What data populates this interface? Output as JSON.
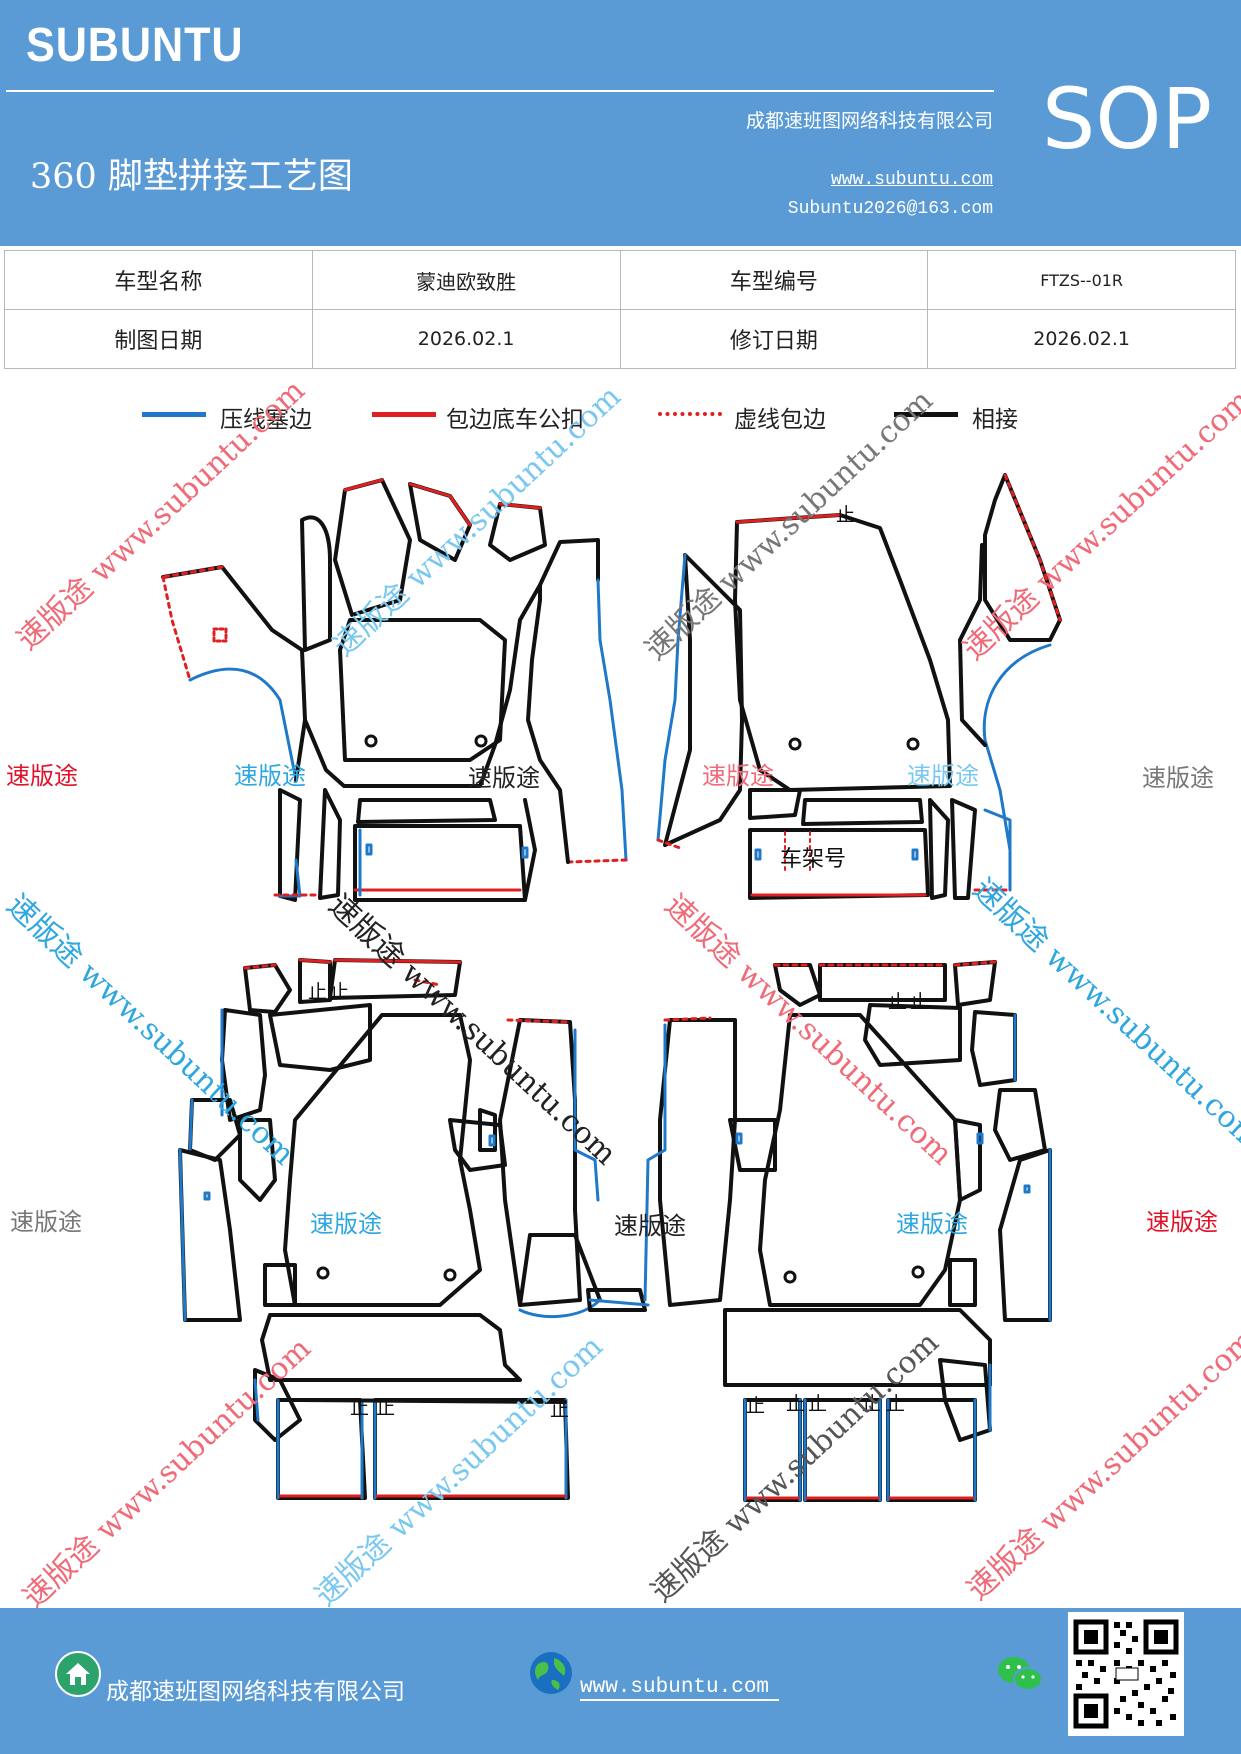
{
  "header": {
    "brand": "SUBUNTU",
    "company": "成都速班图网络科技有限公司",
    "title": "360 脚垫拼接工艺图",
    "website": "www.subuntu.com",
    "email": "Subuntu2026@163.com",
    "badge": "SOP"
  },
  "info": {
    "model_name_label": "车型名称",
    "model_name": "蒙迪欧致胜",
    "model_code_label": "车型编号",
    "model_code": "FTZS--01R",
    "draw_date_label": "制图日期",
    "draw_date": "2026.02.1",
    "revise_date_label": "修订日期",
    "revise_date": "2026.02.1"
  },
  "legend": [
    {
      "label": "压线塞边",
      "color": "#1f78c8",
      "style": "solid"
    },
    {
      "label": "包边底车公扣",
      "color": "#e02020",
      "style": "solid"
    },
    {
      "label": "虚线包边",
      "color": "#e02020",
      "style": "dotted"
    },
    {
      "label": "相接",
      "color": "#111111",
      "style": "solid"
    }
  ],
  "drawing": {
    "watermark_word": "速版途",
    "watermark_diag": "速版途 www.subuntu.com",
    "frame_label": "车架号",
    "stamp": "止"
  },
  "footer": {
    "company": "成都速班图网络科技有限公司",
    "website": "www.subuntu.com",
    "company_icon": "home-icon",
    "web_icon": "globe-icon",
    "chat_icon": "wechat-icon",
    "qr_icon": "qr-code-icon"
  }
}
